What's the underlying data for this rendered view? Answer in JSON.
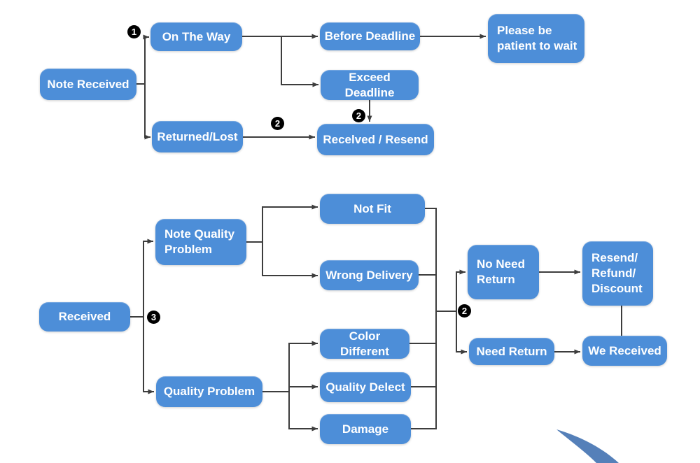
{
  "diagram": {
    "colors": {
      "node_fill": "#4d8ed8",
      "node_text": "#ffffff",
      "line": "#3d3d3d",
      "badge_fill": "#000000",
      "swoosh_fill": "#5580b9"
    },
    "nodes": {
      "note_received": "Note Received",
      "on_the_way": "On The Way",
      "returned_lost": "Returned/Lost",
      "before_deadline": "Before Deadline",
      "exceed_deadline": "Exceed Deadline",
      "please_wait": "Please be\npatient to wait",
      "received_resend": "Recelved / Resend",
      "received": "Received",
      "note_quality_problem": "Note Quality\nProblem",
      "quality_problem": "Quality Problem",
      "not_fit": "Not Fit",
      "wrong_delivery": "Wrong Delivery",
      "color_different": "Color Different",
      "quality_delect": "Quality Delect",
      "damage": "Damage",
      "no_need_return": "No Need\nReturn",
      "need_return": "Need Return",
      "resend_refund_discount": "Resend/\nRefund/\nDiscount",
      "we_received": "We Received"
    },
    "badges": {
      "step1": "1",
      "step2_returned": "2",
      "step2_exceed": "2",
      "step3": "3",
      "step2_return": "2"
    }
  }
}
